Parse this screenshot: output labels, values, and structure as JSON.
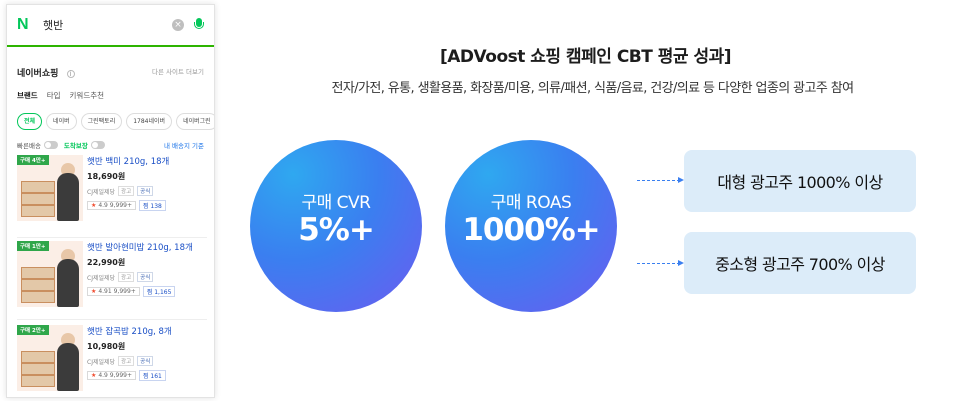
{
  "phone": {
    "logo": "N",
    "search_query": "햇반",
    "clear_icon": "×",
    "shop_title": "네이버쇼핑",
    "info_icon": "i",
    "more_link": "다른 사이트 더보기",
    "sub_tabs": [
      "브랜드",
      "타입",
      "키워드추천"
    ],
    "chips": [
      "전체",
      "네이버",
      "그린팩토리",
      "1784네이버",
      "네이버그린"
    ],
    "filters": {
      "fast_delivery": "빠른배송",
      "arrival_guarantee": "도착보장",
      "right_link": "내 배송지 기준"
    },
    "products": [
      {
        "badge": "구매 4만+",
        "badge2": "",
        "name": "햇반 백미 210g, 18개",
        "price": "18,690원",
        "seller": "CJ제일제당",
        "tag1": "광고",
        "tag2": "공식",
        "rating": "4.9",
        "reviews": "9,999+",
        "wish": "찜 138"
      },
      {
        "badge": "구매 1만+",
        "badge2": "",
        "name": "햇반 발아현미밥 210g, 18개",
        "price": "22,990원",
        "seller": "CJ제일제당",
        "tag1": "광고",
        "tag2": "공식",
        "rating": "4.91",
        "reviews": "9,999+",
        "wish": "찜 1,165"
      },
      {
        "badge": "구매 2만+",
        "badge2": "",
        "name": "햇반 잡곡밥 210g, 8개",
        "price": "10,980원",
        "seller": "CJ제일제당",
        "tag1": "광고",
        "tag2": "공식",
        "rating": "4.9",
        "reviews": "9,999+",
        "wish": "찜 161"
      }
    ]
  },
  "infographic": {
    "headline": "[ADVoost 쇼핑 캠페인 CBT 평균 성과]",
    "subline": "전자/가전, 유통, 생활용품, 화장품/미용, 의류/패션, 식품/음료, 건강/의료 등 다양한 업종의 광고주 참여",
    "circle1": {
      "label": "구매 CVR",
      "value": "5%+"
    },
    "circle2": {
      "label": "구매 ROAS",
      "value": "1000%+"
    },
    "pill1": "대형 광고주 1000% 이상",
    "pill2": "중소형 광고주 700% 이상"
  },
  "colors": {
    "naver_green": "#03c75a",
    "link_blue": "#1a4fc6",
    "circle_gradient_start": "#2fa8f0",
    "circle_gradient_end": "#6c5bf0",
    "pill_bg": "#dcecf9"
  }
}
